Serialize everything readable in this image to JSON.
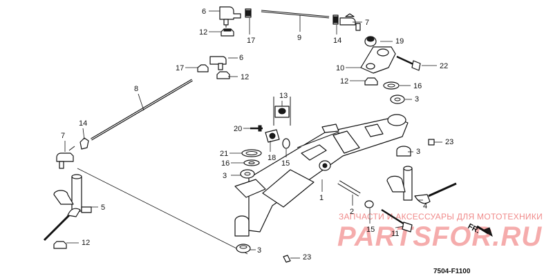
{
  "diagram": {
    "code": "7504-F1100",
    "front_marker": "FR.",
    "watermark": {
      "tagline": "ЗАПЧАСТИ И АКСЕССУАРЫ ДЛЯ МОТОТЕХНИКИ",
      "brand": "PARTSFOR.RU"
    },
    "callouts": [
      "6",
      "12",
      "17",
      "9",
      "14",
      "7",
      "19",
      "6",
      "17",
      "12",
      "22",
      "10",
      "12",
      "16",
      "13",
      "3",
      "8",
      "20",
      "23",
      "14",
      "7",
      "21",
      "18",
      "16",
      "15",
      "3",
      "3",
      "5",
      "1",
      "2",
      "15",
      "11",
      "4",
      "12",
      "3",
      "23"
    ]
  }
}
